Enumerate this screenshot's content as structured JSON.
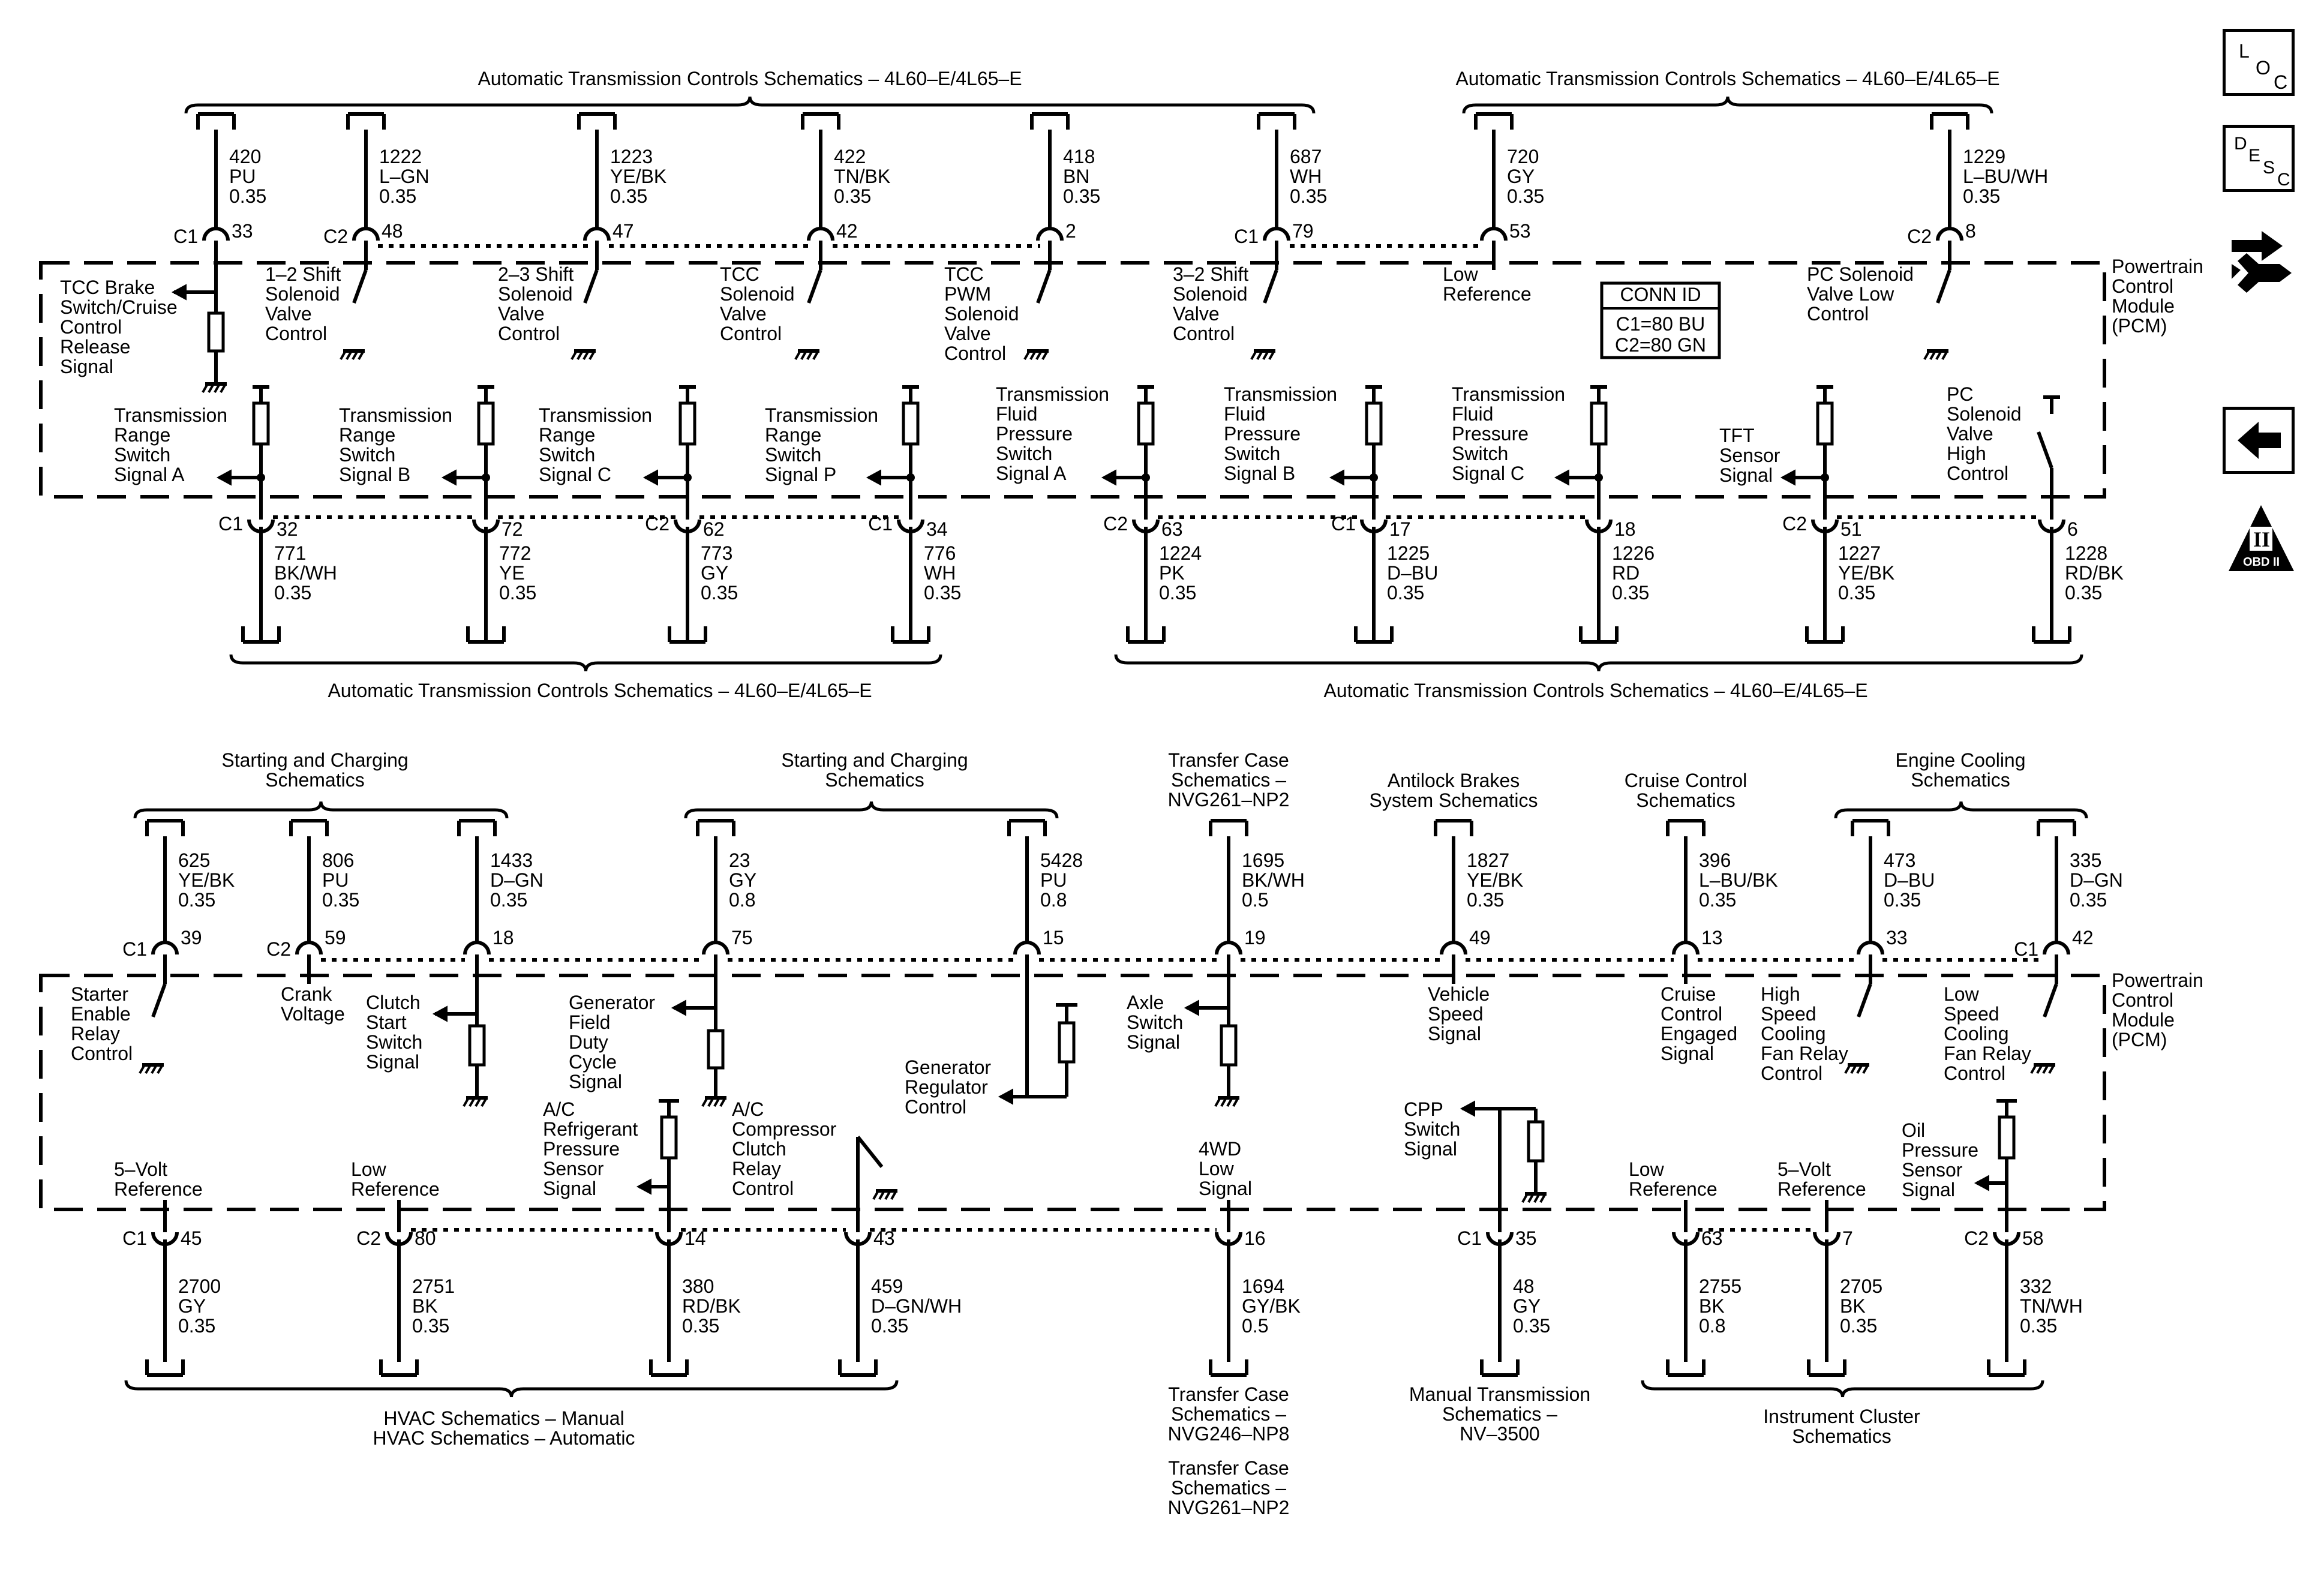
{
  "headers": {
    "at": "Automatic Transmission Controls Schematics – 4L60–E/4L65–E",
    "sc1": [
      "Starting and Charging",
      "Schematics"
    ],
    "sc2": [
      "Starting and Charging",
      "Schematics"
    ],
    "tc_top": [
      "Transfer Case",
      "Schematics –",
      "NVG261–NP2"
    ],
    "abs": [
      "Antilock Brakes",
      "System Schematics"
    ],
    "cc": [
      "Cruise Control",
      "Schematics"
    ],
    "ec": [
      "Engine Cooling",
      "Schematics"
    ],
    "hvac": [
      "HVAC Schematics – Manual",
      "HVAC Schematics – Automatic"
    ],
    "tc_bot1": [
      "Transfer Case",
      "Schematics –",
      "NVG246–NP8"
    ],
    "tc_bot2": [
      "Transfer Case",
      "Schematics –",
      "NVG261–NP2"
    ],
    "mt": [
      "Manual Transmission",
      "Schematics –",
      "NV–3500"
    ],
    "ic": [
      "Instrument Cluster",
      "Schematics"
    ]
  },
  "pcm": [
    "Powertrain",
    "Control",
    "Module",
    "(PCM)"
  ],
  "conn_id": {
    "title": "CONN ID",
    "c1": "C1=80 BU",
    "c2": "C2=80 GN"
  },
  "top_circuits": [
    {
      "conn": "C1",
      "pin": "33",
      "wire": [
        "420",
        "PU",
        "0.35"
      ],
      "label": [
        "TCC Brake",
        "Switch/Cruise",
        "Control",
        "Release",
        "Signal"
      ]
    },
    {
      "conn": "C2",
      "pin": "48",
      "wire": [
        "1222",
        "L–GN",
        "0.35"
      ],
      "label": [
        "1–2 Shift",
        "Solenoid",
        "Valve",
        "Control"
      ]
    },
    {
      "conn": "",
      "pin": "47",
      "wire": [
        "1223",
        "YE/BK",
        "0.35"
      ],
      "label": [
        "2–3 Shift",
        "Solenoid",
        "Valve",
        "Control"
      ]
    },
    {
      "conn": "",
      "pin": "42",
      "wire": [
        "422",
        "TN/BK",
        "0.35"
      ],
      "label": [
        "TCC",
        "Solenoid",
        "Valve",
        "Control"
      ]
    },
    {
      "conn": "",
      "pin": "2",
      "wire": [
        "418",
        "BN",
        "0.35"
      ],
      "label": [
        "TCC",
        "PWM",
        "Solenoid",
        "Valve",
        "Control"
      ]
    },
    {
      "conn": "C1",
      "pin": "79",
      "wire": [
        "687",
        "WH",
        "0.35"
      ],
      "label": [
        "3–2 Shift",
        "Solenoid",
        "Valve",
        "Control"
      ]
    },
    {
      "conn": "",
      "pin": "53",
      "wire": [
        "720",
        "GY",
        "0.35"
      ],
      "label": [
        "Low",
        "Reference"
      ]
    },
    {
      "conn": "C2",
      "pin": "8",
      "wire": [
        "1229",
        "L–BU/WH",
        "0.35"
      ],
      "label": [
        "PC Solenoid",
        "Valve Low",
        "Control"
      ]
    }
  ],
  "mid_circuits": [
    {
      "conn": "C1",
      "pin": "32",
      "wire": [
        "771",
        "BK/WH",
        "0.35"
      ],
      "label": [
        "Transmission",
        "Range",
        "Switch",
        "Signal A"
      ]
    },
    {
      "conn": "",
      "pin": "72",
      "wire": [
        "772",
        "YE",
        "0.35"
      ],
      "label": [
        "Transmission",
        "Range",
        "Switch",
        "Signal B"
      ]
    },
    {
      "conn": "C2",
      "pin": "62",
      "wire": [
        "773",
        "GY",
        "0.35"
      ],
      "label": [
        "Transmission",
        "Range",
        "Switch",
        "Signal C"
      ]
    },
    {
      "conn": "C1",
      "pin": "34",
      "wire": [
        "776",
        "WH",
        "0.35"
      ],
      "label": [
        "Transmission",
        "Range",
        "Switch",
        "Signal P"
      ]
    },
    {
      "conn": "C2",
      "pin": "63",
      "wire": [
        "1224",
        "PK",
        "0.35"
      ],
      "label": [
        "Transmission",
        "Fluid",
        "Pressure",
        "Switch",
        "Signal A"
      ]
    },
    {
      "conn": "C1",
      "pin": "17",
      "wire": [
        "1225",
        "D–BU",
        "0.35"
      ],
      "label": [
        "Transmission",
        "Fluid",
        "Pressure",
        "Switch",
        "Signal B"
      ]
    },
    {
      "conn": "",
      "pin": "18",
      "wire": [
        "1226",
        "RD",
        "0.35"
      ],
      "label": [
        "Transmission",
        "Fluid",
        "Pressure",
        "Switch",
        "Signal C"
      ]
    },
    {
      "conn": "C2",
      "pin": "51",
      "wire": [
        "1227",
        "YE/BK",
        "0.35"
      ],
      "label": [
        "TFT",
        "Sensor",
        "Signal"
      ]
    },
    {
      "conn": "",
      "pin": "6",
      "wire": [
        "1228",
        "RD/BK",
        "0.35"
      ],
      "label": [
        "PC",
        "Solenoid",
        "Valve",
        "High",
        "Control"
      ]
    }
  ],
  "bottom_top_circuits": [
    {
      "conn": "C1",
      "pin": "39",
      "wire": [
        "625",
        "YE/BK",
        "0.35"
      ],
      "label": [
        "Starter",
        "Enable",
        "Relay",
        "Control"
      ]
    },
    {
      "conn": "C2",
      "pin": "59",
      "wire": [
        "806",
        "PU",
        "0.35"
      ],
      "label": [
        "Crank",
        "Voltage"
      ]
    },
    {
      "conn": "",
      "pin": "18",
      "wire": [
        "1433",
        "D–GN",
        "0.35"
      ],
      "label": [
        "Clutch",
        "Start",
        "Switch",
        "Signal"
      ]
    },
    {
      "conn": "",
      "pin": "75",
      "wire": [
        "23",
        "GY",
        "0.8"
      ],
      "label": [
        "Generator",
        "Field",
        "Duty",
        "Cycle",
        "Signal"
      ]
    },
    {
      "conn": "",
      "pin": "15",
      "wire": [
        "5428",
        "PU",
        "0.8"
      ],
      "label": [
        "Generator",
        "Regulator",
        "Control"
      ]
    },
    {
      "conn": "",
      "pin": "19",
      "wire": [
        "1695",
        "BK/WH",
        "0.5"
      ],
      "label": [
        "Axle",
        "Switch",
        "Signal"
      ]
    },
    {
      "conn": "",
      "pin": "49",
      "wire": [
        "1827",
        "YE/BK",
        "0.35"
      ],
      "label": [
        "Vehicle",
        "Speed",
        "Signal"
      ]
    },
    {
      "conn": "",
      "pin": "13",
      "wire": [
        "396",
        "L–BU/BK",
        "0.35"
      ],
      "label": [
        "Cruise",
        "Control",
        "Engaged",
        "Signal"
      ]
    },
    {
      "conn": "",
      "pin": "33",
      "wire": [
        "473",
        "D–BU",
        "0.35"
      ],
      "label": [
        "High",
        "Speed",
        "Cooling",
        "Fan Relay",
        "Control"
      ]
    },
    {
      "conn": "C1",
      "pin": "42",
      "wire": [
        "335",
        "D–GN",
        "0.35"
      ],
      "label": [
        "Low",
        "Speed",
        "Cooling",
        "Fan Relay",
        "Control"
      ]
    }
  ],
  "bottom_bot_circuits": [
    {
      "conn": "C1",
      "pin": "45",
      "wire": [
        "2700",
        "GY",
        "0.35"
      ],
      "label": [
        "5–Volt",
        "Reference"
      ]
    },
    {
      "conn": "C2",
      "pin": "80",
      "wire": [
        "2751",
        "BK",
        "0.35"
      ],
      "label": [
        "Low",
        "Reference"
      ]
    },
    {
      "conn": "",
      "pin": "14",
      "wire": [
        "380",
        "RD/BK",
        "0.35"
      ],
      "label": [
        "A/C",
        "Refrigerant",
        "Pressure",
        "Sensor",
        "Signal"
      ]
    },
    {
      "conn": "",
      "pin": "43",
      "wire": [
        "459",
        "D–GN/WH",
        "0.35"
      ],
      "label": [
        "A/C",
        "Compressor",
        "Clutch",
        "Relay",
        "Control"
      ]
    },
    {
      "conn": "",
      "pin": "16",
      "wire": [
        "1694",
        "GY/BK",
        "0.5"
      ],
      "label": [
        "4WD",
        "Low",
        "Signal"
      ]
    },
    {
      "conn": "C1",
      "pin": "35",
      "wire": [
        "48",
        "GY",
        "0.35"
      ],
      "label": [
        "CPP",
        "Switch",
        "Signal"
      ]
    },
    {
      "conn": "",
      "pin": "63",
      "wire": [
        "2755",
        "BK",
        "0.8"
      ],
      "label": [
        "Low",
        "Reference"
      ]
    },
    {
      "conn": "",
      "pin": "7",
      "wire": [
        "2705",
        "BK",
        "0.35"
      ],
      "label": [
        "5–Volt",
        "Reference"
      ]
    },
    {
      "conn": "C2",
      "pin": "58",
      "wire": [
        "332",
        "TN/WH",
        "0.35"
      ],
      "label": [
        "Oil",
        "Pressure",
        "Sensor",
        "Signal"
      ]
    }
  ],
  "sidebar": {
    "loc": [
      "L",
      "O",
      "C"
    ],
    "desc": [
      "D",
      "E",
      "S",
      "C"
    ],
    "obd": [
      "II",
      "OBD II"
    ]
  }
}
